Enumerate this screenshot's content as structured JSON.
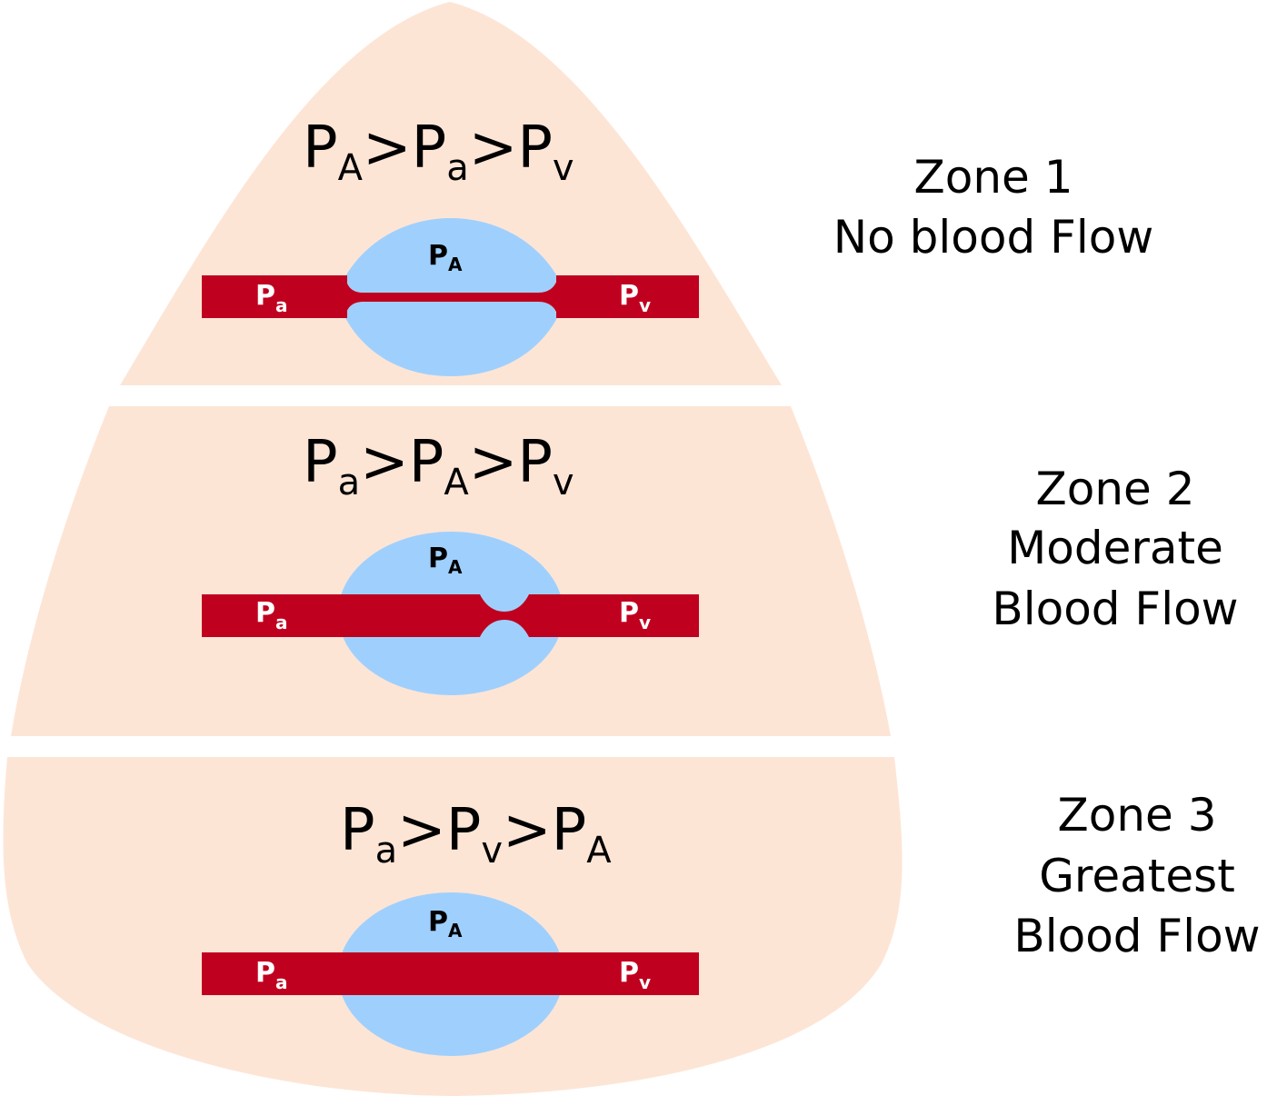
{
  "colors": {
    "lung": "#fde5d6",
    "alveolus": "#9fd0fd",
    "vessel": "#c0001f",
    "background": "#ffffff"
  },
  "zones": [
    {
      "equation": [
        {
          "main": "P",
          "sub": "A"
        },
        {
          "op": ">"
        },
        {
          "main": "P",
          "sub": "a"
        },
        {
          "op": ">"
        },
        {
          "main": "P",
          "sub": "v"
        }
      ],
      "equation_text": "PA>Pa>Pv",
      "title": "Zone 1",
      "description_lines": [
        "No blood Flow"
      ],
      "vessel_state": "collapsed",
      "labels": {
        "alveolar": {
          "main": "P",
          "sub": "A"
        },
        "arterial": {
          "main": "P",
          "sub": "a"
        },
        "venous": {
          "main": "P",
          "sub": "v"
        }
      }
    },
    {
      "equation": [
        {
          "main": "P",
          "sub": "a"
        },
        {
          "op": ">"
        },
        {
          "main": "P",
          "sub": "A"
        },
        {
          "op": ">"
        },
        {
          "main": "P",
          "sub": "v"
        }
      ],
      "equation_text": "Pa>PA>Pv",
      "title": "Zone 2",
      "description_lines": [
        "Moderate",
        "Blood Flow"
      ],
      "vessel_state": "partially-compressed",
      "labels": {
        "alveolar": {
          "main": "P",
          "sub": "A"
        },
        "arterial": {
          "main": "P",
          "sub": "a"
        },
        "venous": {
          "main": "P",
          "sub": "v"
        }
      }
    },
    {
      "equation": [
        {
          "main": "P",
          "sub": "a"
        },
        {
          "op": ">"
        },
        {
          "main": "P",
          "sub": "v"
        },
        {
          "op": ">"
        },
        {
          "main": "P",
          "sub": "A"
        }
      ],
      "equation_text": "Pa>Pv>PA",
      "title": "Zone 3",
      "description_lines": [
        "Greatest",
        "Blood Flow"
      ],
      "vessel_state": "open",
      "labels": {
        "alveolar": {
          "main": "P",
          "sub": "A"
        },
        "arterial": {
          "main": "P",
          "sub": "a"
        },
        "venous": {
          "main": "P",
          "sub": "v"
        }
      }
    }
  ]
}
